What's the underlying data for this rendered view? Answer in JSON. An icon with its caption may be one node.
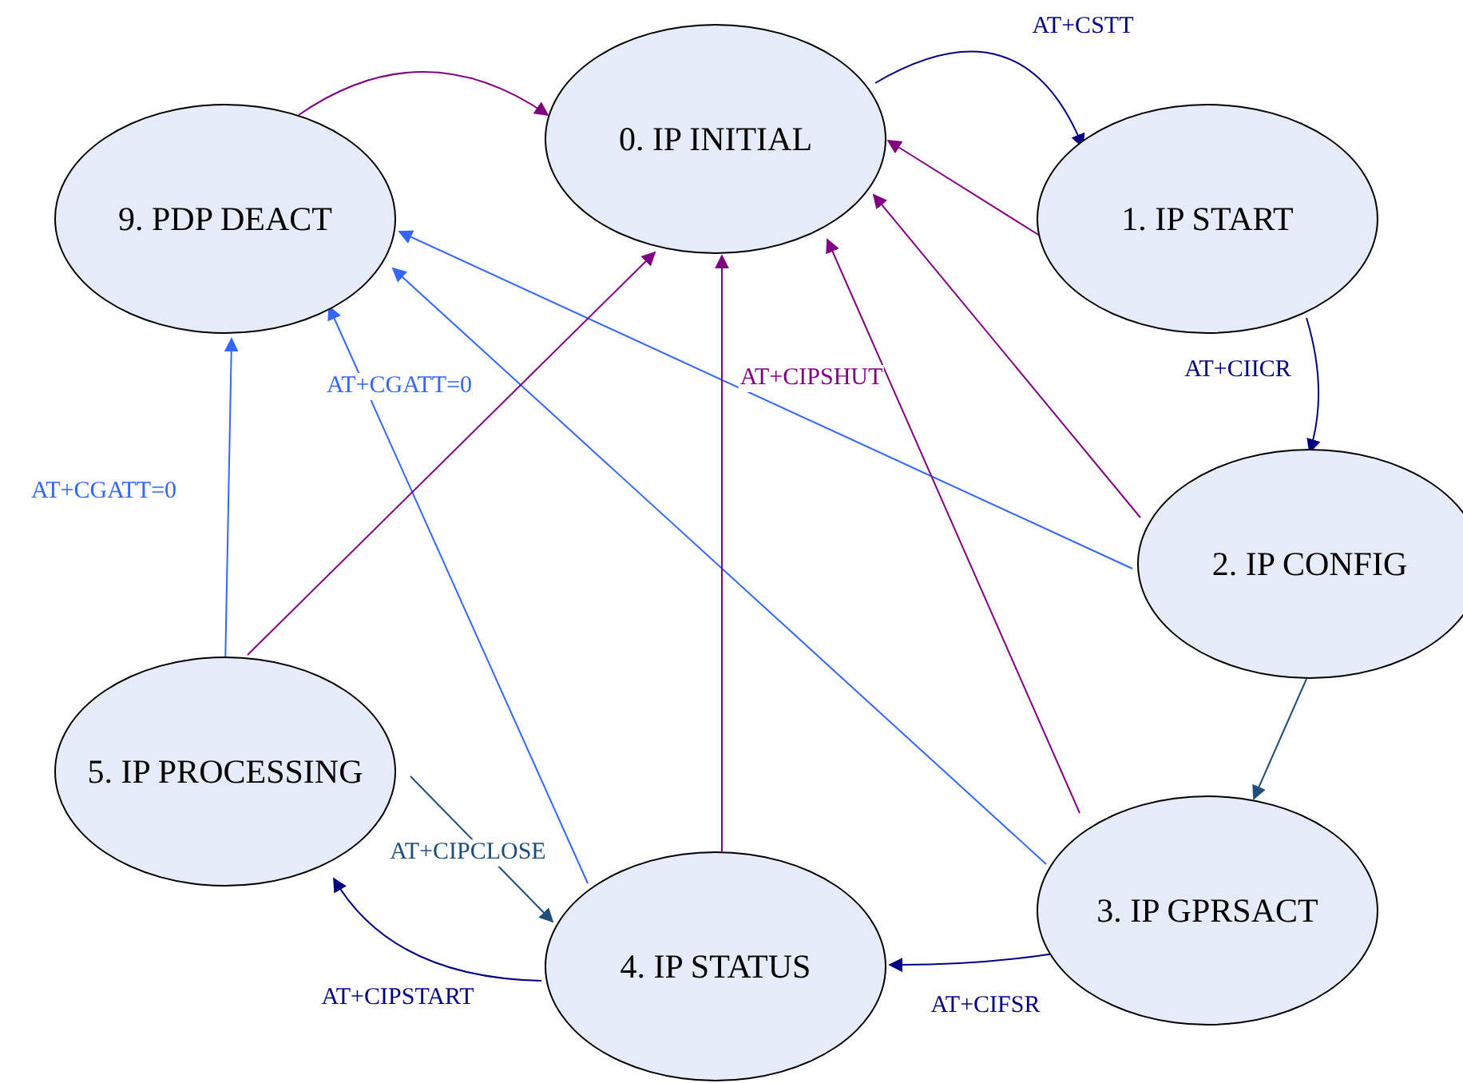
{
  "diagram": {
    "nodes": [
      {
        "text": [
          "0. IP INITIAL"
        ]
      },
      {
        "text": [
          "1. IP START"
        ]
      },
      {
        "text": [
          "2. IP CONFIG"
        ]
      },
      {
        "text": [
          "3. IP GPRSACT"
        ]
      },
      {
        "text": [
          "4. IP STATUS"
        ]
      },
      {
        "text": [
          "5. IP PROCESSING"
        ]
      },
      {
        "text": [
          "9. PDP DEACT"
        ]
      }
    ],
    "edges": [
      {
        "from": 6,
        "to": 0,
        "arrow": "to",
        "color": "#800080"
      },
      {
        "from": 0,
        "to": 1,
        "arrow": "to",
        "label": "AT+CSTT",
        "color": "#000080"
      },
      {
        "from": 1,
        "to": 0,
        "arrow": "to",
        "color": "#800080"
      },
      {
        "from": 1,
        "to": 2,
        "arrow": "to",
        "label": "AT+CIICR",
        "color": "#000080"
      },
      {
        "from": 2,
        "to": 0,
        "arrow": "to",
        "color": "#800080"
      },
      {
        "from": 2,
        "to": 6,
        "arrow": "to",
        "color": "#3366ff"
      },
      {
        "from": 2,
        "to": 3,
        "arrow": "to",
        "color": "#1f4e79"
      },
      {
        "from": 3,
        "to": 0,
        "arrow": "to",
        "color": "#800080"
      },
      {
        "from": 3,
        "to": 6,
        "arrow": "to",
        "color": "#3366ff"
      },
      {
        "from": 3,
        "to": 4,
        "arrow": "to",
        "label": "AT+CIFSR",
        "color": "#000080"
      },
      {
        "from": 4,
        "to": 0,
        "arrow": "to",
        "label": "AT+CIPSHUT",
        "color": "#800080"
      },
      {
        "from": 4,
        "to": 6,
        "arrow": "to",
        "label": "AT+CGATT=0",
        "color": "#3366ff"
      },
      {
        "from": 4,
        "to": 5,
        "arrow": "to",
        "label": "AT+CIPSTART",
        "color": "#000080"
      },
      {
        "from": 5,
        "to": 4,
        "arrow": "to",
        "label": "AT+CIPCLOSE",
        "color": "#1f4e79"
      },
      {
        "from": 5,
        "to": 6,
        "arrow": "to",
        "label": "AT+CGATT=0",
        "color": "#3366ff"
      },
      {
        "from": 5,
        "to": 0,
        "arrow": "to",
        "color": "#800080"
      }
    ]
  }
}
